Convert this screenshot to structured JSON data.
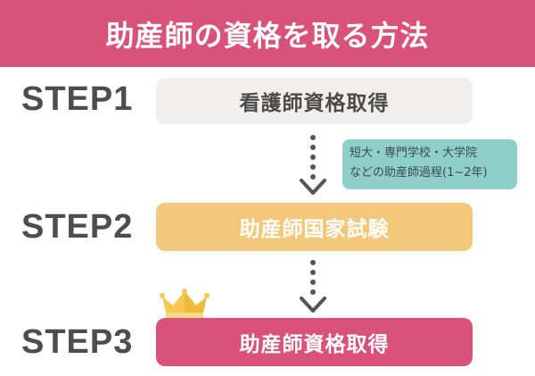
{
  "header": {
    "title": "助産師の資格を取る方法"
  },
  "steps": [
    {
      "label": "STEP1",
      "text": "看護師資格取得"
    },
    {
      "label": "STEP2",
      "text": "助産師国家試験"
    },
    {
      "label": "STEP3",
      "text": "助産師資格取得"
    }
  ],
  "note": {
    "line1": "短大・専門学校・大学院",
    "line2": "などの助産師過程(1~2年)"
  },
  "colors": {
    "accent_pink": "#d9527a",
    "step1_box": "#f1efed",
    "step2_box": "#f3c87a",
    "note_bg": "#8fcfc9",
    "arrow": "#555555"
  },
  "icons": {
    "connector": "dotted-down-arrow-icon",
    "crown": "crown-icon"
  }
}
